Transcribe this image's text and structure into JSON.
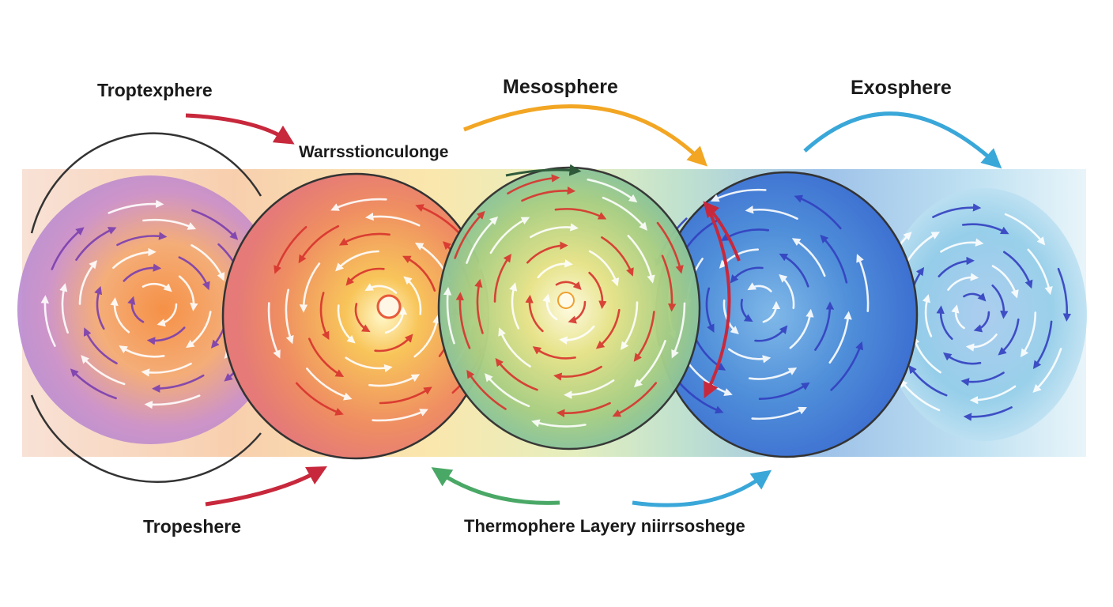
{
  "labels": {
    "troptexphere": "Troptexphere",
    "mesosphere": "Mesosphere",
    "exosphere": "Exosphere",
    "warrsstion": "Warrsstionculonge",
    "tropeshere": "Tropeshere",
    "thermophere": "Thermophere Layery niirrsoshege"
  },
  "colors": {
    "red_arrow": "#c8283c",
    "orange_arrow": "#f2a623",
    "blue_arrow": "#3aa7d9",
    "green_arrow": "#4aa866",
    "circle_outline": "#333333",
    "swirl_white": "#ffffff",
    "swirl_purple": "#7a3fb0",
    "swirl_red": "#d8332d",
    "swirl_blue": "#3340c0"
  },
  "cells": [
    {
      "name": "cell-1",
      "hue": "orange-purple",
      "swirl": "white-purple"
    },
    {
      "name": "cell-2",
      "hue": "orange-yellow",
      "swirl": "white-red"
    },
    {
      "name": "cell-3",
      "hue": "yellow-green",
      "swirl": "red-white"
    },
    {
      "name": "cell-4",
      "hue": "blue",
      "swirl": "white-blue"
    },
    {
      "name": "cell-5",
      "hue": "light-blue",
      "swirl": "blue-white"
    }
  ]
}
